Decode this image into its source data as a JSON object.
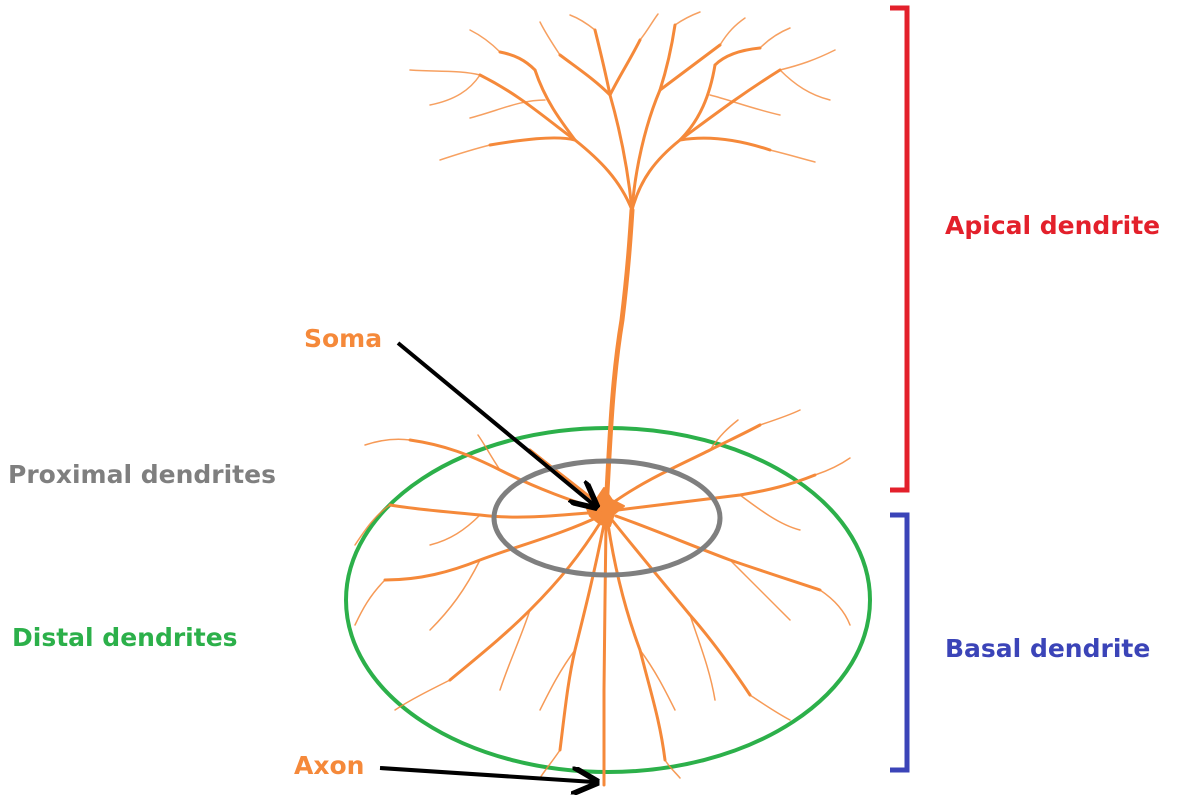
{
  "labels": {
    "apical": "Apical dendrite",
    "basal": "Basal dendrite",
    "soma": "Soma",
    "proximal": "Proximal dendrites",
    "distal": "Distal dendrites",
    "axon": "Axon"
  },
  "colors": {
    "neuron": "#f5893a",
    "apical": "#e3202b",
    "basal": "#3b44b8",
    "proximal": "#7f7f7f",
    "distal": "#2cb04a",
    "arrow": "#000000"
  }
}
